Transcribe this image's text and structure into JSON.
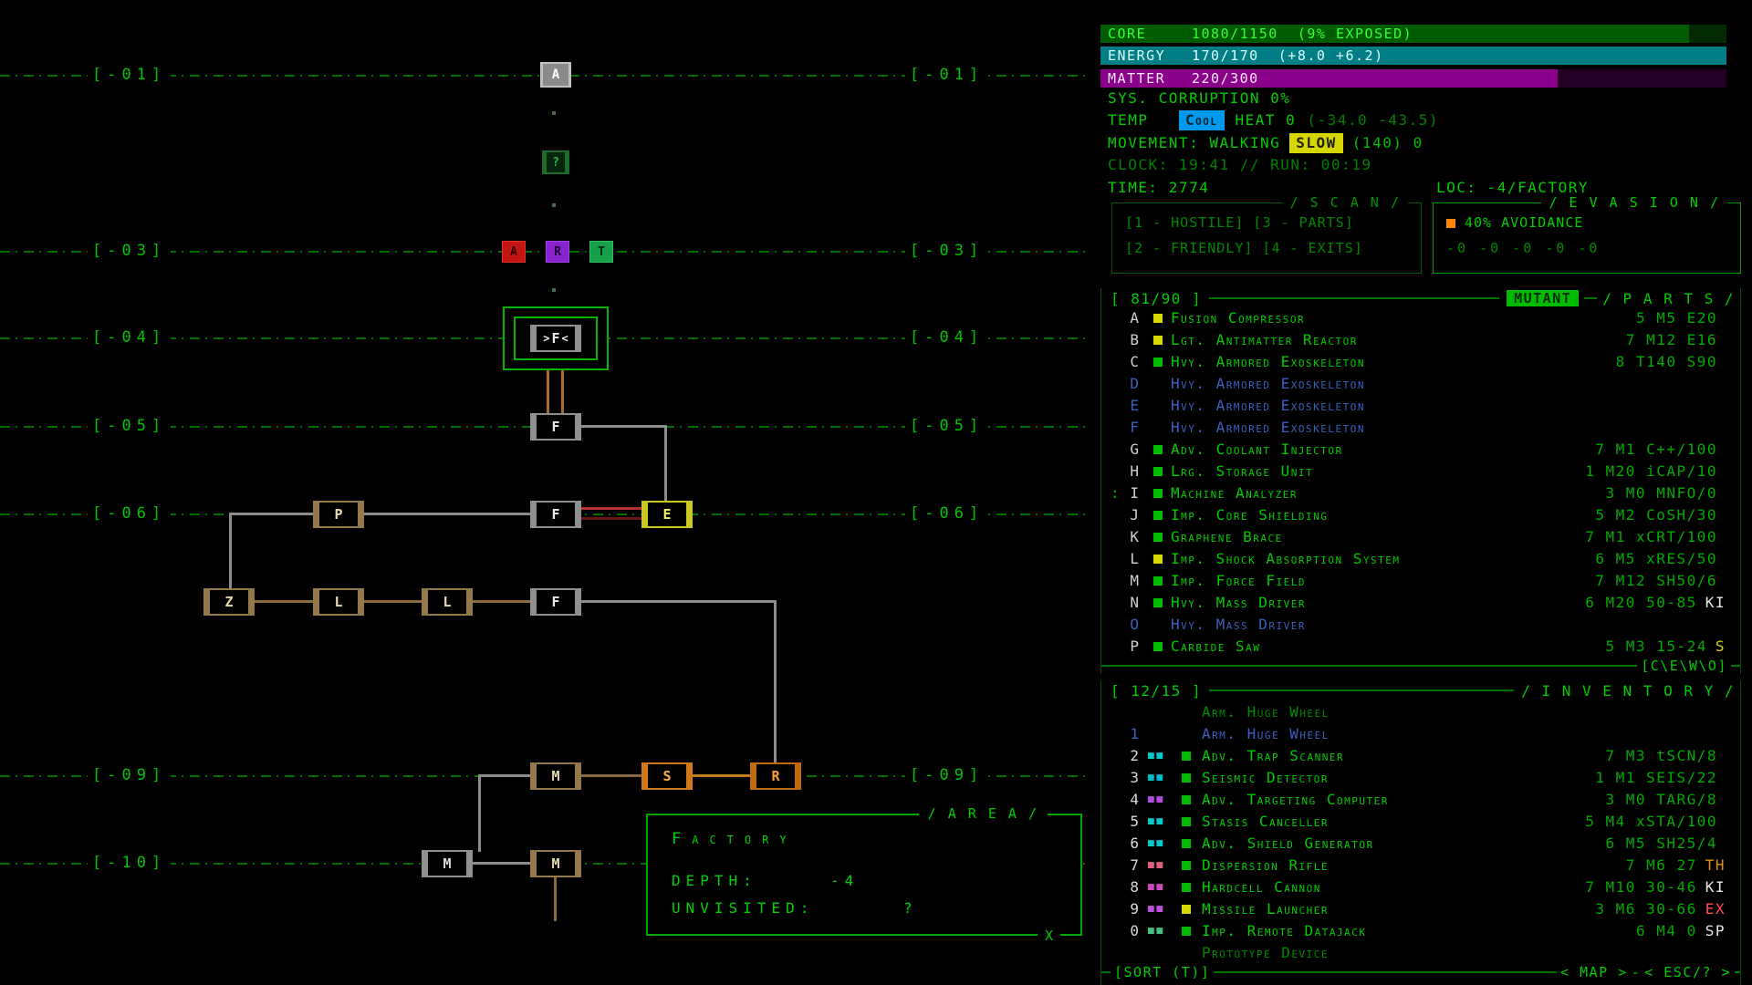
{
  "map": {
    "labels": [
      "[-01]",
      "[-03]",
      "[-04]",
      "[-05]",
      "[-06]",
      "[-09]",
      "[-10]"
    ],
    "nodes": [
      {
        "ch": "A",
        "color": "#ffffff",
        "border": "#c0c0c0",
        "bg": "#8a8a8a"
      },
      {
        "ch": "?",
        "color": "#2fae4f",
        "border": "#1d6b2d",
        "bg": "#06230c"
      },
      {
        "ch": "A",
        "color": "#2a0000",
        "border": "#e03030",
        "bg": "#c41414"
      },
      {
        "ch": "R",
        "color": "#1a002a",
        "border": "#a040e0",
        "bg": "#8822cc"
      },
      {
        "ch": "T",
        "color": "#002a10",
        "border": "#30c060",
        "bg": "#18a048"
      },
      {
        "ch": "F",
        "color": "#e8e8e8",
        "border": "#8f8f8f",
        "bg": "#000000",
        "cursor_l": ">",
        "cursor_r": "<"
      },
      {
        "ch": "F",
        "color": "#e8e8e8",
        "border": "#8f8f8f",
        "bg": "#000000"
      },
      {
        "ch": "P",
        "color": "#e8d8b0",
        "border": "#96794a",
        "bg": "#000000"
      },
      {
        "ch": "F",
        "color": "#e8e8e8",
        "border": "#8f8f8f",
        "bg": "#000000"
      },
      {
        "ch": "E",
        "color": "#f0f060",
        "border": "#c8c820",
        "bg": "#000000"
      },
      {
        "ch": "Z",
        "color": "#e8d8b0",
        "border": "#96794a",
        "bg": "#000000"
      },
      {
        "ch": "L",
        "color": "#e8d8b0",
        "border": "#96794a",
        "bg": "#000000"
      },
      {
        "ch": "L",
        "color": "#e8d8b0",
        "border": "#96794a",
        "bg": "#000000"
      },
      {
        "ch": "F",
        "color": "#e8e8e8",
        "border": "#8f8f8f",
        "bg": "#000000"
      },
      {
        "ch": "M",
        "color": "#e8d8b0",
        "border": "#96794a",
        "bg": "#000000"
      },
      {
        "ch": "S",
        "color": "#ffb040",
        "border": "#d07818",
        "bg": "#000000"
      },
      {
        "ch": "R",
        "color": "#ffa030",
        "border": "#c06a10",
        "bg": "#000000"
      },
      {
        "ch": "M",
        "color": "#dddddd",
        "border": "#909090",
        "bg": "#000000"
      },
      {
        "ch": "M",
        "color": "#e8d8b0",
        "border": "#96794a",
        "bg": "#000000"
      }
    ],
    "area": {
      "title": "/  A R E A  /",
      "name": "Factory",
      "depth_label": "DEPTH:",
      "depth_value": "-4",
      "unvisited_label": "UNVISITED:",
      "unvisited_value": "?",
      "close": "X"
    }
  },
  "status": {
    "core": {
      "label": "CORE",
      "value": "1080/1150",
      "extra": "(9% EXPOSED)",
      "fill": "94%",
      "fill_color": "#005c00",
      "empty_color": "#032b03",
      "text_color": "#33ff33"
    },
    "energy": {
      "label": "ENERGY",
      "value": "170/170",
      "extra": "(+8.0 +6.2)",
      "fill": "100%",
      "fill_color": "#007d85",
      "empty_color": "#00343a",
      "text_color": "#d8ffff"
    },
    "matter": {
      "label": "MATTER",
      "value": "220/300",
      "extra": "",
      "fill": "73%",
      "fill_color": "#8a008a",
      "empty_color": "#230023",
      "text_color": "#ffe8ff"
    },
    "corruption": "SYS. CORRUPTION 0%",
    "temp_label": "TEMP",
    "temp_badge": "Cool",
    "temp_badge_bg": "#0099ee",
    "heat": "HEAT 0",
    "heat_extra": "(-34.0 -43.5)",
    "movement": "MOVEMENT: WALKING",
    "speed_badge": "SLOW",
    "speed_badge_bg": "#d6d600",
    "movement_extra": "(140) 0",
    "clock": "CLOCK: 19:41 // RUN: 00:19",
    "time": "TIME: 2774",
    "loc": "LOC: -4/FACTORY"
  },
  "scan": {
    "title": "/ S C A N /",
    "row1": "[1 - HOSTILE] [3 - PARTS]",
    "row2": "[2 - FRIENDLY] [4 - EXITS]"
  },
  "evasion": {
    "title": "/ E V A S I O N /",
    "indicator_color": "#ff8800",
    "avoidance": "40% AVOIDANCE",
    "modifiers": "-0 -0 -0 -0 -0"
  },
  "parts": {
    "count": "[ 81/90 ]",
    "badge": "MUTANT",
    "title": "/ P A R T S /",
    "filters": "[C\\E\\W\\O]",
    "items": [
      {
        "letter": "A",
        "ind": "#d8d800",
        "name": "Fusion Compressor",
        "stat": "5 M5 E20"
      },
      {
        "letter": "B",
        "ind": "#d8d800",
        "name": "Lgt. Antimatter Reactor",
        "stat": "7 M12 E16"
      },
      {
        "letter": "C",
        "ind": "#00bb00",
        "name": "Hvy. Armored Exoskeleton",
        "stat": "8 T140 S90"
      },
      {
        "letter": "D",
        "lc": "#3e5fc0",
        "name": "Hvy. Armored Exoskeleton",
        "nc": "#3e5fc0"
      },
      {
        "letter": "E",
        "lc": "#3e5fc0",
        "name": "Hvy. Armored Exoskeleton",
        "nc": "#3e5fc0"
      },
      {
        "letter": "F",
        "lc": "#3e5fc0",
        "name": "Hvy. Armored Exoskeleton",
        "nc": "#3e5fc0"
      },
      {
        "letter": "G",
        "ind": "#00bb00",
        "name": "Adv. Coolant Injector",
        "stat": "7 M1 C++/100"
      },
      {
        "letter": "H",
        "ind": "#00bb00",
        "name": "Lrg. Storage Unit",
        "stat": "1 M20 iCAP/10"
      },
      {
        "prefix": ":",
        "letter": "I",
        "ind": "#00bb00",
        "name": "Machine Analyzer",
        "stat": "3 M0 MNFO/0"
      },
      {
        "letter": "J",
        "ind": "#00bb00",
        "name": "Imp. Core Shielding",
        "stat": "5 M2 CoSH/30"
      },
      {
        "letter": "K",
        "ind": "#00bb00",
        "name": "Graphene Brace",
        "stat": "7 M1 xCRT/100"
      },
      {
        "letter": "L",
        "ind": "#d8d800",
        "name": "Imp. Shock Absorption System",
        "stat": "6 M5 xRES/50"
      },
      {
        "letter": "M",
        "ind": "#00bb00",
        "name": "Imp. Force Field",
        "stat": "7 M12 SH50/6"
      },
      {
        "letter": "N",
        "ind": "#00bb00",
        "name": "Hvy. Mass Driver",
        "stat": "6 M20 50-85",
        "suffix": "KI",
        "suffix_color": "#e8e8e8"
      },
      {
        "letter": "O",
        "lc": "#3e5fc0",
        "name": "Hvy. Mass Driver",
        "nc": "#3e5fc0"
      },
      {
        "letter": "P",
        "ind": "#00bb00",
        "name": "Carbide Saw",
        "stat": "5 M3 15-24",
        "suffix": "S",
        "suffix_color": "#d8d800"
      }
    ]
  },
  "inventory": {
    "count": "[ 12/15 ]",
    "title": "/ I N V E N T O R Y /",
    "sort": "[SORT (T)]",
    "map_btn": "< MAP >",
    "sep": "-",
    "esc_btn": "< ESC/? >",
    "items": [
      {
        "num": "",
        "name": "Arm. Huge Wheel",
        "nc": "#008a00"
      },
      {
        "num": "1",
        "numc": "#3e5fc0",
        "name": "Arm. Huge Wheel",
        "nc": "#3e5fc0"
      },
      {
        "num": "2",
        "icon": "■■",
        "ic": "#00c8c8",
        "ind": "#00bb00",
        "name": "Adv. Trap Scanner",
        "stat": "7 M3 tSCN/8"
      },
      {
        "num": "3",
        "icon": "■■",
        "ic": "#00b8c8",
        "ind": "#00bb00",
        "name": "Seismic Detector",
        "stat": "1 M1 SEIS/22"
      },
      {
        "num": "4",
        "icon": "■■",
        "ic": "#b24ae0",
        "ind": "#00bb00",
        "name": "Adv. Targeting Computer",
        "stat": "3 M0 TARG/8"
      },
      {
        "num": "5",
        "icon": "■■",
        "ic": "#00c8c8",
        "ind": "#00bb00",
        "name": "Stasis Canceller",
        "stat": "5 M4 xSTA/100"
      },
      {
        "num": "6",
        "icon": "■■",
        "ic": "#00c8c8",
        "ind": "#00bb00",
        "name": "Adv. Shield Generator",
        "stat": "6 M5 SH25/4"
      },
      {
        "num": "7",
        "icon": "■■",
        "ic": "#e06080",
        "ind": "#00bb00",
        "name": "Dispersion Rifle",
        "stat": "7 M6 27",
        "suffix": "TH",
        "suffix_color": "#e09000"
      },
      {
        "num": "8",
        "icon": "■■",
        "ic": "#d048c0",
        "ind": "#00bb00",
        "name": "Hardcell Cannon",
        "stat": "7 M10 30-46",
        "suffix": "KI",
        "suffix_color": "#e8e8e8"
      },
      {
        "num": "9",
        "icon": "■■",
        "ic": "#c050e0",
        "ind": "#d8d800",
        "name": "Missile Launcher",
        "stat": "3 M6 30-66",
        "suffix": "EX",
        "suffix_color": "#ff5050"
      },
      {
        "num": "0",
        "icon": "■■",
        "ic": "#40c080",
        "ind": "#00bb00",
        "name": "Imp. Remote Datajack",
        "stat": "6 M4 0",
        "suffix": "SP",
        "suffix_color": "#e8e8e8"
      },
      {
        "num": "",
        "name": "Prototype Device",
        "nc": "#008a00"
      }
    ]
  }
}
